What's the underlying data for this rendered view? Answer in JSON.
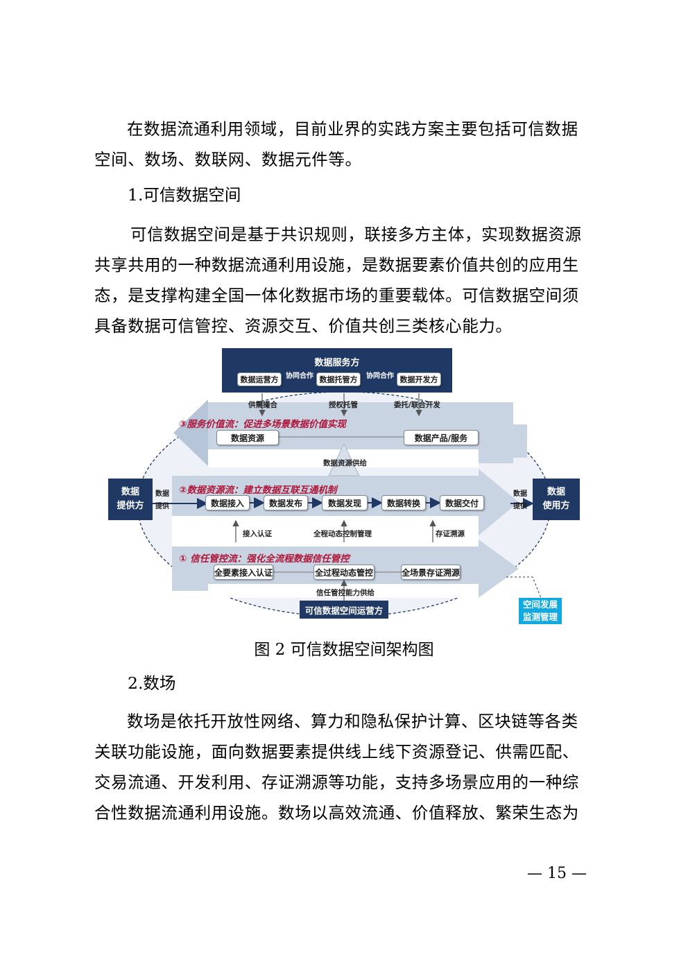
{
  "body": {
    "p1_l1": "在数据流通利用领域，目前业界的实践方案主要包括可信数据",
    "p1_l2": "空间、数场、数联网、数据元件等。",
    "h1": "1.可信数据空间",
    "p2_l1": "可信数据空间是基于共识规则，联接多方主体，实现数据资源",
    "p2_l2": "共享共用的一种数据流通利用设施，是数据要素价值共创的应用生",
    "p2_l3": "态，是支撑构建全国一体化数据市场的重要载体。可信数据空间须",
    "p2_l4": "具备数据可信管控、资源交互、价值共创三类核心能力。",
    "caption": "图  2 可信数据空间架构图",
    "h2": "2.数场",
    "p3_l1": "数场是依托开放性网络、算力和隐私保护计算、区块链等各类",
    "p3_l2": "关联功能设施，面向数据要素提供线上线下资源登记、供需匹配、",
    "p3_l3": "交易流通、开发利用、存证溯源等功能，支持多场景应用的一种综",
    "p3_l4": "合性数据流通利用设施。数场以高效流通、价值释放、繁荣生态为",
    "page_number": "— 15 —"
  },
  "diagram": {
    "service_side": "数据服务方",
    "operator": "数据运营方",
    "custodian": "数据托管方",
    "developer": "数据开发方",
    "coop1": "协同合作",
    "coop2": "协同合作",
    "link1": "供需撮合",
    "link2": "授权托管",
    "link3": "委托/联合开发",
    "flow3_title": "③服务价值流：促进多场景数据价值实现",
    "resource": "数据资源",
    "product": "数据产品/服务",
    "supply": "数据资源供给",
    "flow2_title": "②数据资源流：建立数据互联互通机制",
    "provider_l1": "数据",
    "provider_l2": "提供方",
    "provide_in_1": "数据",
    "provide_in_2": "提供",
    "user_l1": "数据",
    "user_l2": "使用方",
    "provide_out_1": "数据",
    "provide_out_2": "提供",
    "steps": [
      "数据接入",
      "数据发布",
      "数据发现",
      "数据转换",
      "数据交付"
    ],
    "up1": "接入认证",
    "up2": "全程动态控制管理",
    "up3": "存证溯源",
    "flow1_title": "① 信任管控流：强化全流程数据信任管控",
    "trust1": "全要素接入认证",
    "trust2": "全过程动态管控",
    "trust3": "全场景存证溯源",
    "trust_supply": "信任管控能力供给",
    "space_operator": "可信数据空间运营方",
    "monitor_l1": "空间发展",
    "monitor_l2": "监测管理"
  },
  "colors": {
    "navy": "#1f3864",
    "flow_title": "#b0163a",
    "cyan": "#12a9e0",
    "band": "#c9d4e2"
  }
}
